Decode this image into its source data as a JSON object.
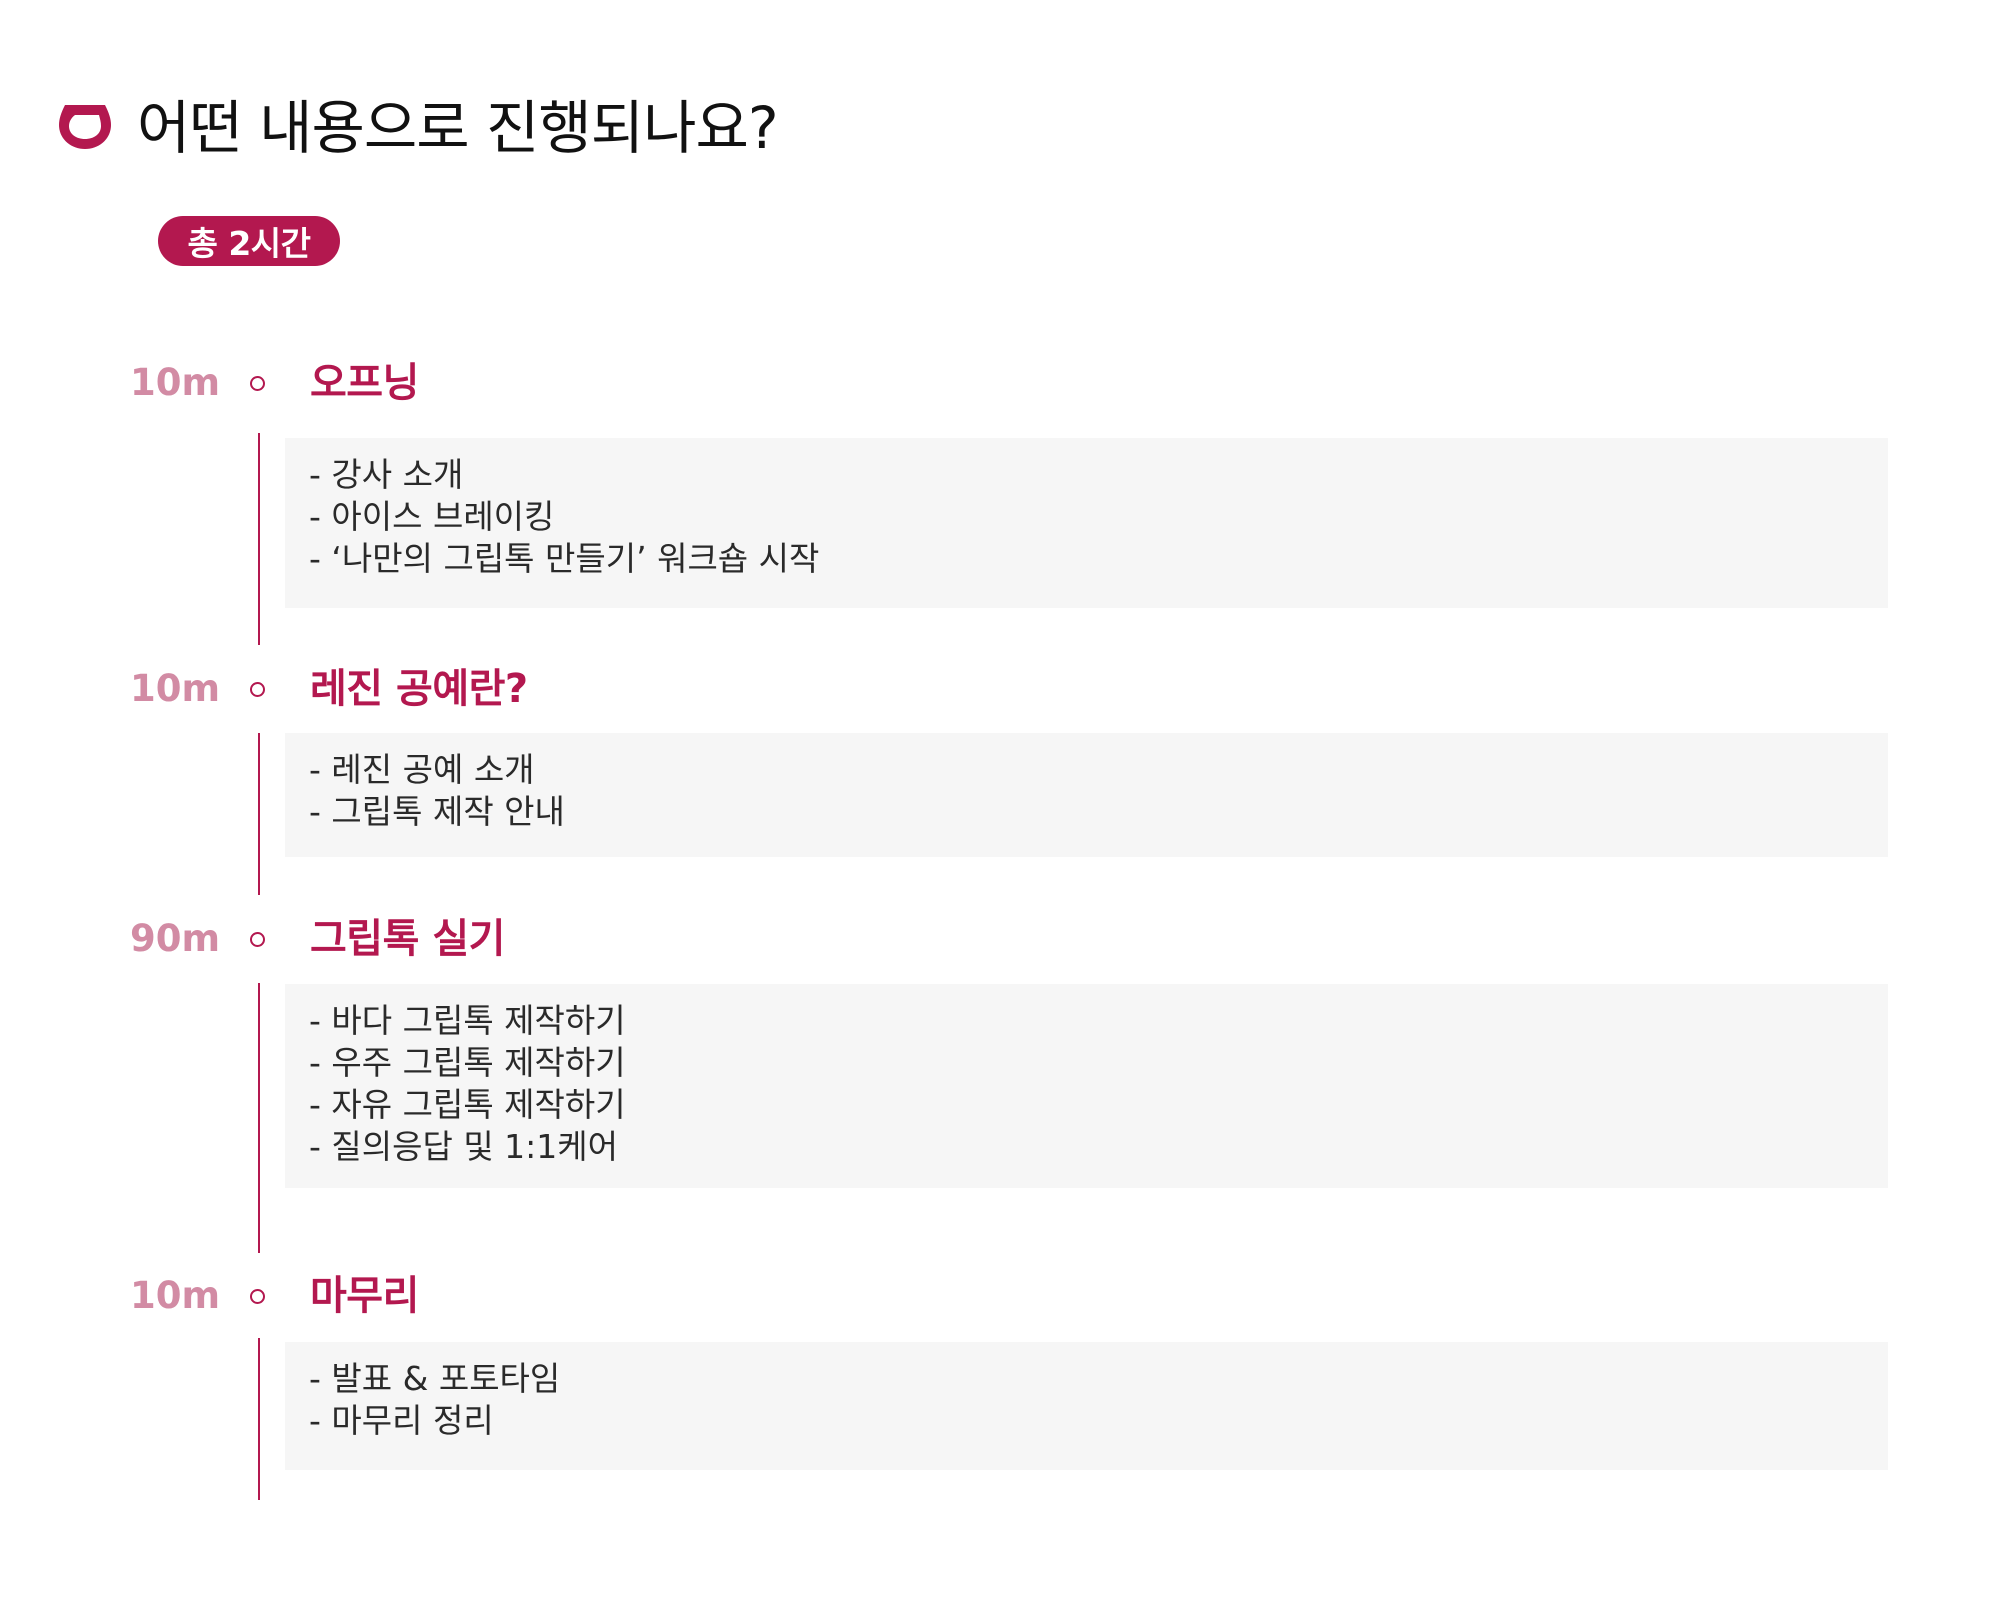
{
  "header": {
    "title": "어떤 내용으로 진행되나요?",
    "logo_icon": "brand-logo-icon"
  },
  "total_duration": "총 2시간",
  "colors": {
    "accent": "#b3184f",
    "time_label": "#d28ba4",
    "box_background": "#f6f6f6",
    "text": "#2a2a2a"
  },
  "stages": [
    {
      "time": "10m",
      "title": "오프닝",
      "items": [
        "- 강사 소개",
        "- 아이스 브레이킹",
        "- ‘나만의 그립톡 만들기’ 워크숍 시작"
      ]
    },
    {
      "time": "10m",
      "title": "레진 공예란?",
      "items": [
        "- 레진 공예 소개",
        "- 그립톡 제작 안내"
      ]
    },
    {
      "time": "90m",
      "title": "그립톡 실기",
      "items": [
        "- 바다 그립톡 제작하기",
        "- 우주 그립톡 제작하기",
        "- 자유 그립톡 제작하기",
        "- 질의응답 및 1:1케어"
      ]
    },
    {
      "time": "10m",
      "title": "마무리",
      "items": [
        "- 발표 & 포토타임",
        "- 마무리 정리"
      ]
    }
  ]
}
